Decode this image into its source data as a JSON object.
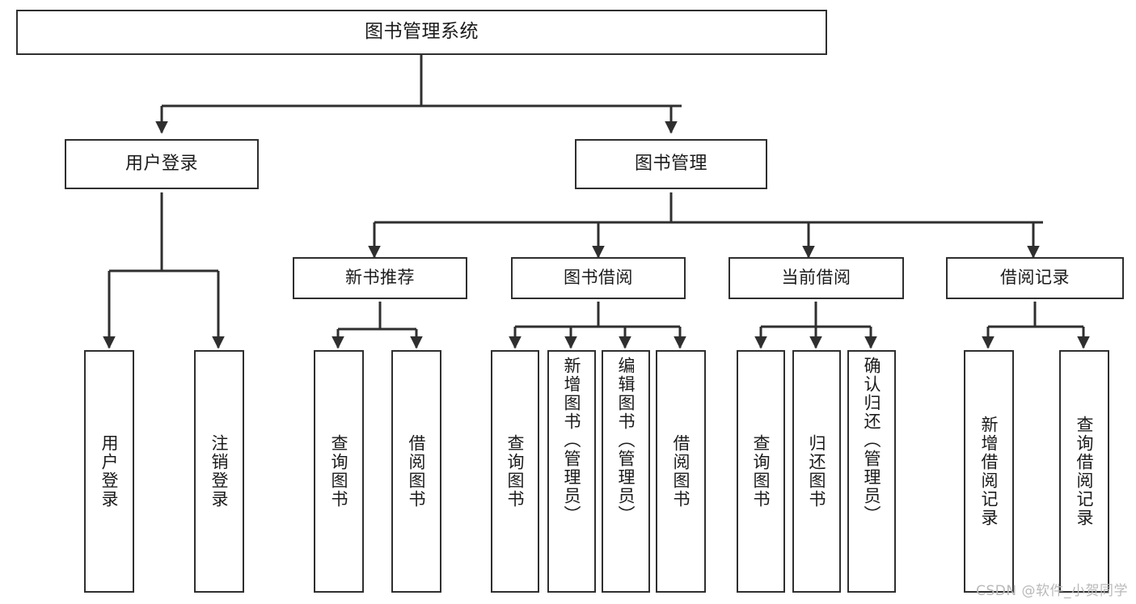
{
  "diagram": {
    "type": "tree-hierarchy",
    "title": "图书管理系统",
    "root": {
      "id": "root",
      "label": "图书管理系统"
    },
    "level2": [
      {
        "id": "user-login",
        "label": "用户登录"
      },
      {
        "id": "book-manage",
        "label": "图书管理"
      }
    ],
    "level3": [
      {
        "id": "new-book-rec",
        "label": "新书推荐",
        "parent": "book-manage"
      },
      {
        "id": "book-borrow",
        "label": "图书借阅",
        "parent": "book-manage"
      },
      {
        "id": "current-borrow",
        "label": "当前借阅",
        "parent": "book-manage"
      },
      {
        "id": "borrow-record",
        "label": "借阅记录",
        "parent": "book-manage"
      }
    ],
    "leaves": [
      {
        "id": "leaf-user-login",
        "label": "用户登录",
        "parent": "user-login"
      },
      {
        "id": "leaf-logout",
        "label": "注销登录",
        "parent": "user-login"
      },
      {
        "id": "leaf-query-book-1",
        "label": "查询图书",
        "parent": "new-book-rec"
      },
      {
        "id": "leaf-borrow-book-1",
        "label": "借阅图书",
        "parent": "new-book-rec"
      },
      {
        "id": "leaf-query-book-2",
        "label": "查询图书",
        "parent": "book-borrow"
      },
      {
        "id": "leaf-add-book",
        "label": "新增图书（管理员）",
        "parent": "book-borrow"
      },
      {
        "id": "leaf-edit-book",
        "label": "编辑图书（管理员）",
        "parent": "book-borrow"
      },
      {
        "id": "leaf-borrow-book-2",
        "label": "借阅图书",
        "parent": "book-borrow"
      },
      {
        "id": "leaf-query-book-3",
        "label": "查询图书",
        "parent": "current-borrow"
      },
      {
        "id": "leaf-return-book",
        "label": "归还图书",
        "parent": "current-borrow"
      },
      {
        "id": "leaf-confirm-return",
        "label": "确认归还（管理员）",
        "parent": "current-borrow"
      },
      {
        "id": "leaf-add-record",
        "label": "新增借阅记录",
        "parent": "borrow-record"
      },
      {
        "id": "leaf-query-record",
        "label": "查询借阅记录",
        "parent": "borrow-record"
      }
    ],
    "colors": {
      "stroke": "#2f2f2f",
      "fill": "#ffffff",
      "text": "#1b1b1b",
      "watermark": "#b9b9b9"
    }
  },
  "watermark": {
    "text": "CSDN @软件_小贺同学"
  }
}
